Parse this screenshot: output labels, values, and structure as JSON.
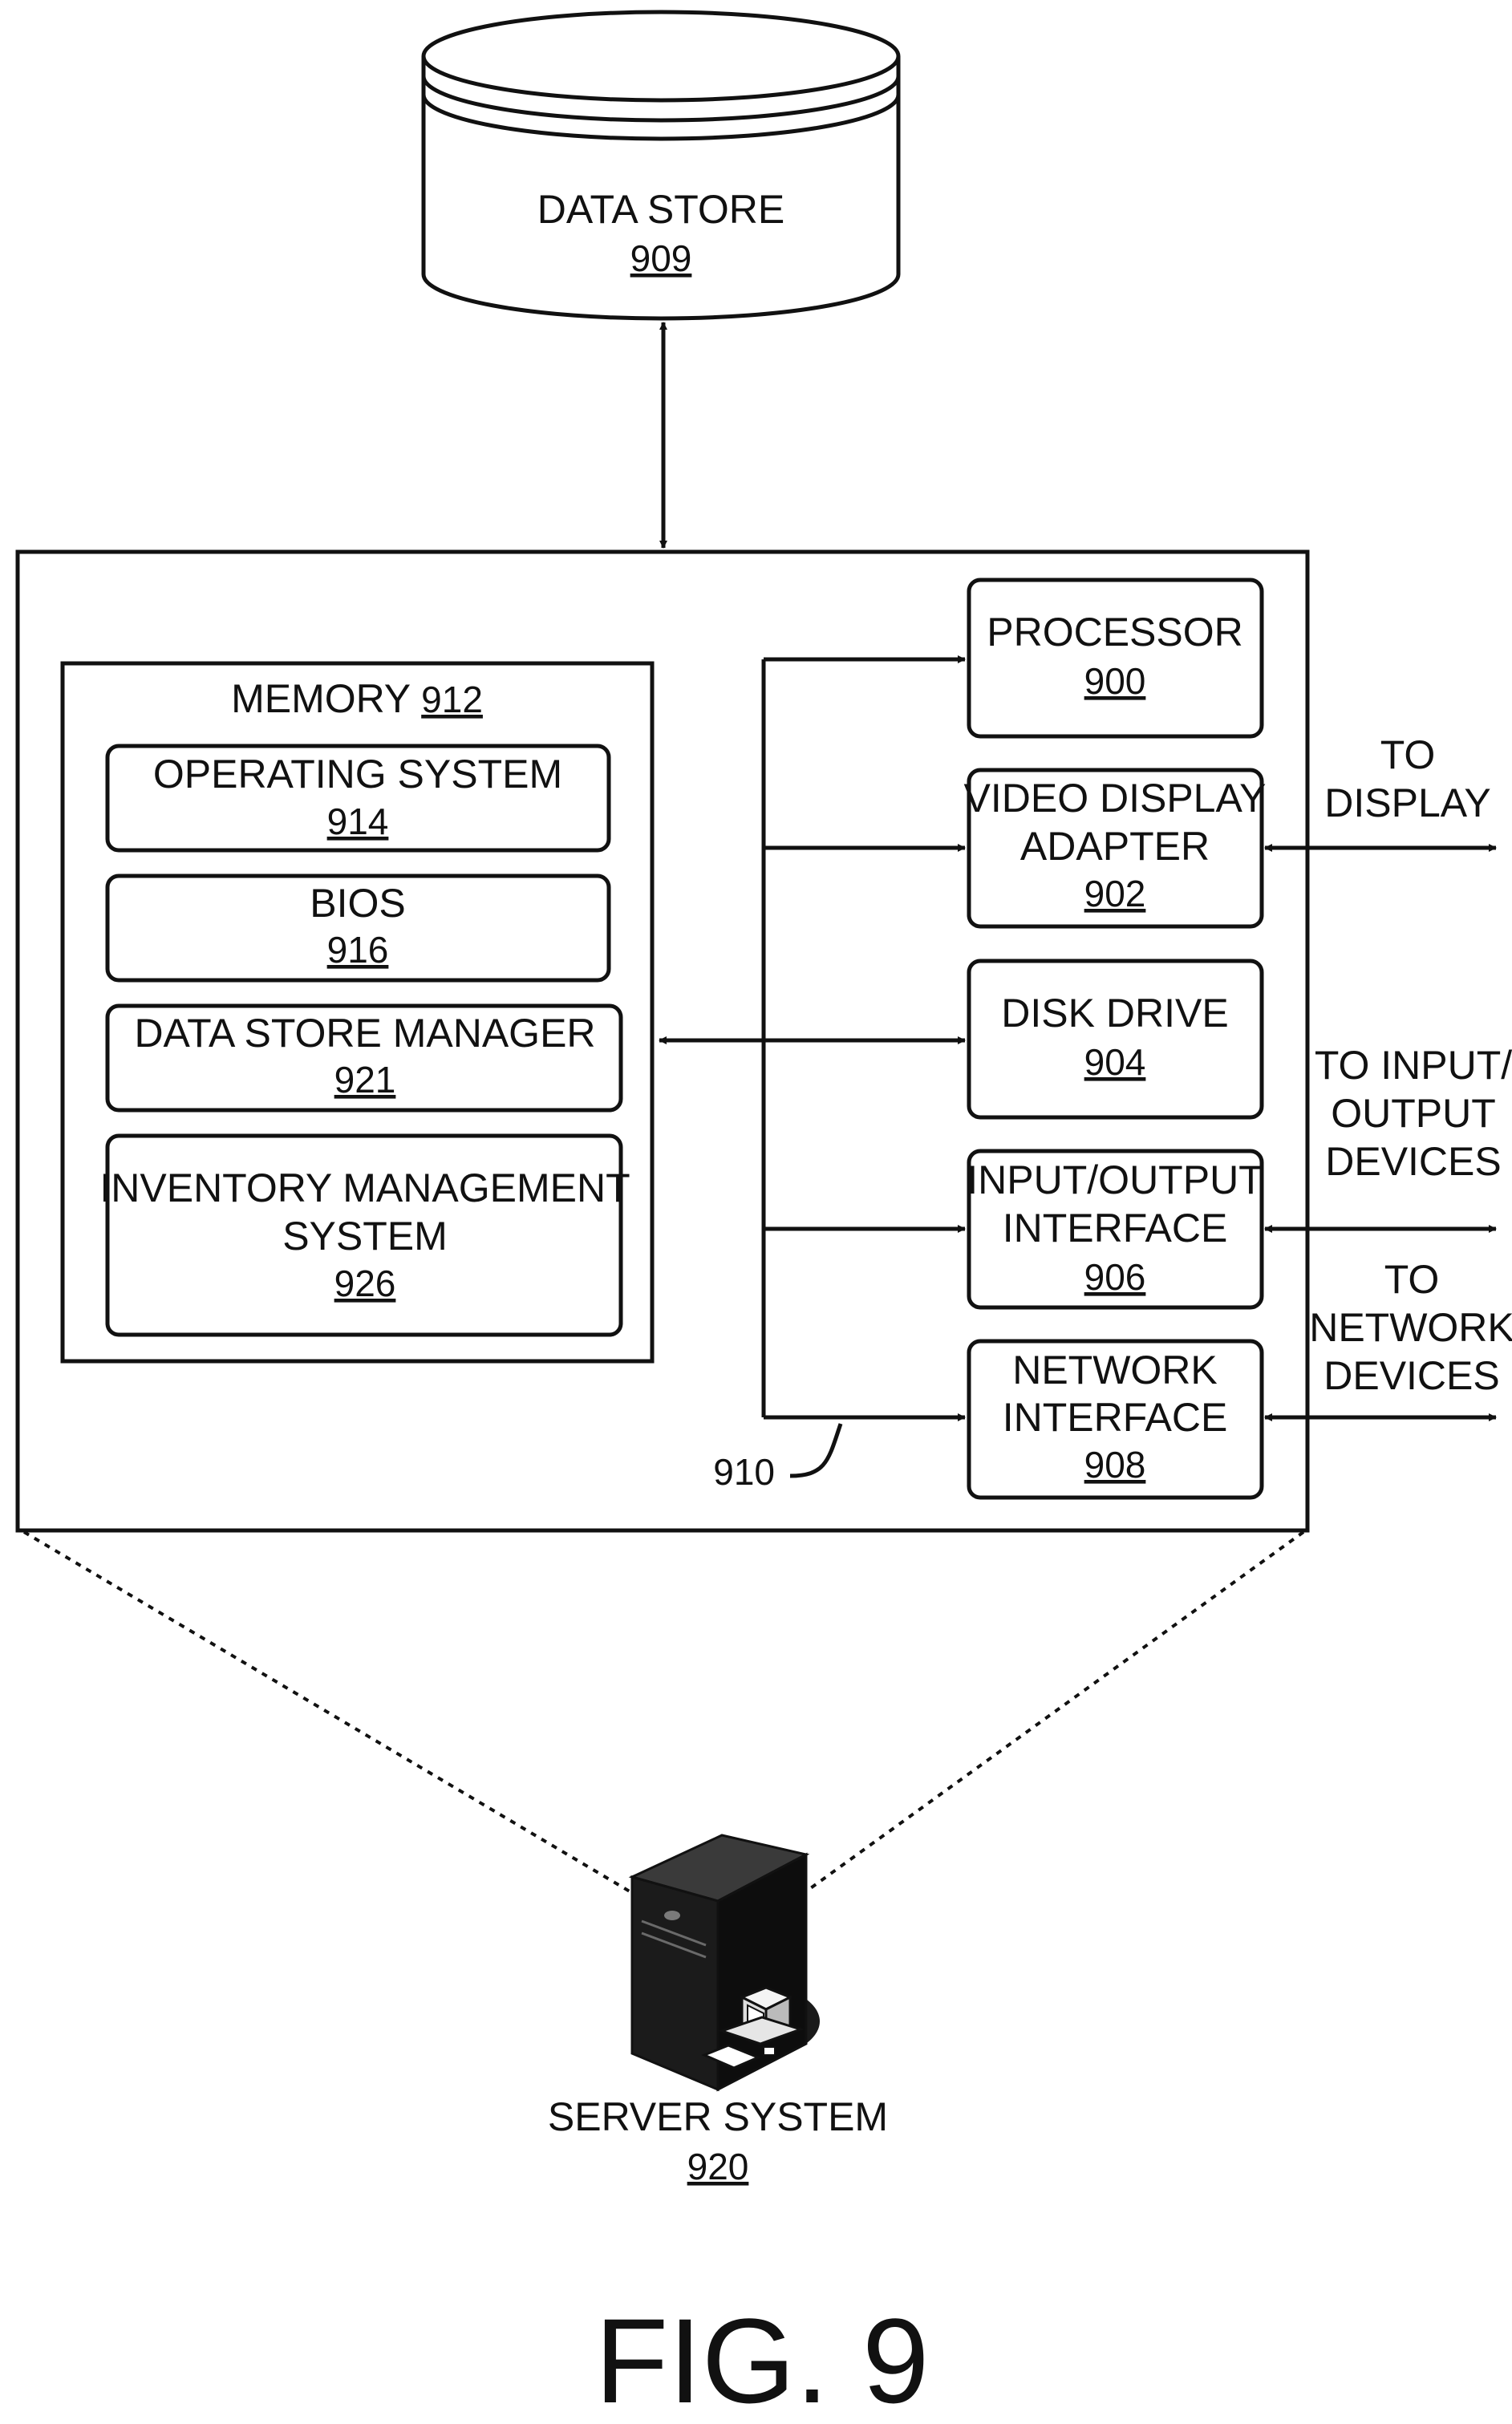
{
  "data_store": {
    "title": "DATA STORE",
    "number": "909"
  },
  "memory": {
    "title": "MEMORY",
    "number": "912"
  },
  "operating_system": {
    "title": "OPERATING SYSTEM",
    "number": "914"
  },
  "bios": {
    "title": "BIOS",
    "number": "916"
  },
  "data_store_manager": {
    "title": "DATA STORE MANAGER",
    "number": "921"
  },
  "inventory_management": {
    "line1": "INVENTORY MANAGEMENT",
    "line2": "SYSTEM",
    "number": "926"
  },
  "processor": {
    "title": "PROCESSOR",
    "number": "900"
  },
  "video_display_adapter": {
    "line1": "VIDEO DISPLAY",
    "line2": "ADAPTER",
    "number": "902"
  },
  "disk_drive": {
    "title": "DISK DRIVE",
    "number": "904"
  },
  "io_interface": {
    "line1": "INPUT/OUTPUT",
    "line2": "INTERFACE",
    "number": "906"
  },
  "network_interface": {
    "line1": "NETWORK",
    "line2": "INTERFACE",
    "number": "908"
  },
  "bus": {
    "number": "910"
  },
  "to_display": {
    "line1": "TO",
    "line2": "DISPLAY"
  },
  "to_io_devices": {
    "line1": "TO INPUT/",
    "line2": "OUTPUT",
    "line3": "DEVICES"
  },
  "to_network_devices": {
    "line1": "TO",
    "line2": "NETWORK",
    "line3": "DEVICES"
  },
  "server_system": {
    "title": "SERVER SYSTEM",
    "number": "920"
  },
  "figure_label": "FIG. 9"
}
